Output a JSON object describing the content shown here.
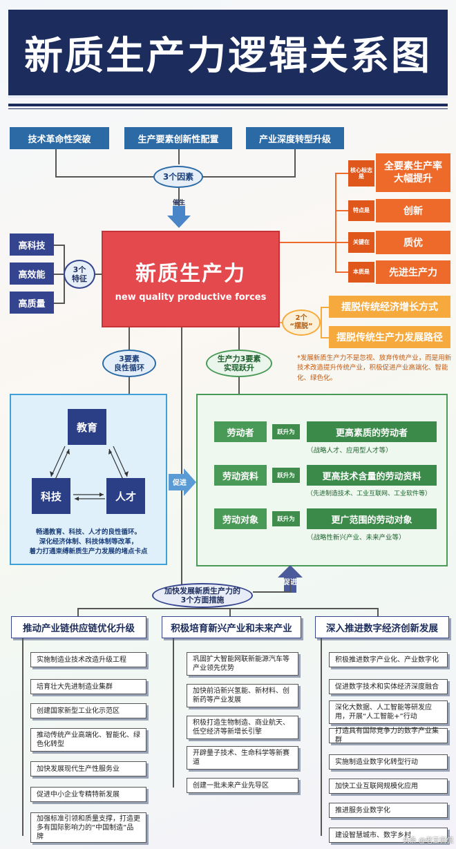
{
  "title": "新质生产力逻辑关系图",
  "top_factors": [
    "技术革命性突破",
    "生产要素创新性配置",
    "产业深度转型升级"
  ],
  "factors_badge": "3个因素",
  "catalyze": "催生",
  "core": {
    "cn": "新质生产力",
    "en": "new quality productive forces"
  },
  "features": {
    "badge_line1": "3个",
    "badge_line2": "特征",
    "items": [
      "高科技",
      "高效能",
      "高质量"
    ]
  },
  "right_attrs": [
    {
      "label": "核心标志是",
      "value": "全要素生产率大幅提升"
    },
    {
      "label": "特点是",
      "value": "创新"
    },
    {
      "label": "关键在",
      "value": "质优"
    },
    {
      "label": "本质是",
      "value": "先进生产力"
    }
  ],
  "breakaway": {
    "badge_line1": "2个",
    "badge_line2": "“摆脱”",
    "items": [
      "摆脱传统经济增长方式",
      "摆脱传统生产力发展路径"
    ],
    "note": "*发展新质生产力不是忽视、放弃传统产业，而是用新技术改造提升传统产业，积极促进产业高端化、智能化、绿色化。"
  },
  "left_panel": {
    "badge_line1": "3要素",
    "badge_line2": "良性循环",
    "nodes": [
      "教育",
      "科技",
      "人才"
    ],
    "desc": [
      "畅通教育、科技、人才的良性循环。",
      "深化经济体制、科技体制等改革，",
      "着力打通束缚新质生产力发展的堵点卡点"
    ]
  },
  "promote_side": "促进",
  "right_panel": {
    "badge_line1": "生产力3要素",
    "badge_line2": "实现跃升",
    "leap": "跃升为",
    "rows": [
      {
        "from": "劳动者",
        "to": "更高素质的劳动者",
        "sub": "（战略人才、应用型人才等）"
      },
      {
        "from": "劳动资料",
        "to": "更高技术含量的劳动资料",
        "sub": "（先进制造技术、工业互联网、工业软件等）"
      },
      {
        "from": "劳动对象",
        "to": "更广范围的劳动对象",
        "sub": "（战略性新兴产业、未来产业等）"
      }
    ]
  },
  "promote_up": "促进",
  "measures": {
    "line1": "加快发展新质生产力的",
    "line2": "3个方面措施"
  },
  "columns": [
    {
      "head": "推动产业链供应链优化升级",
      "items": [
        "实施制造业技术改造升级工程",
        "培育壮大先进制造业集群",
        "创建国家新型工业化示范区",
        "推动传统产业高端化、智能化、绿色化转型",
        "加快发展现代生产性服务业",
        "促进中小企业专精特新发展",
        "加强标准引领和质量支撑，打造更多有国际影响力的“中国制造”品牌"
      ]
    },
    {
      "head": "积极培育新兴产业和未来产业",
      "items": [
        "巩固扩大智能网联新能源汽车等产业领先优势",
        "加快前沿新兴氢能、新材料、创新药等产业发展",
        "积极打造生物制造、商业航天、低空经济等新增长引擎",
        "开辟量子技术、生命科学等新赛道",
        "创建一批未来产业先导区"
      ]
    },
    {
      "head": "深入推进数字经济创新发展",
      "items": [
        "积极推进数字产业化、产业数字化",
        "促进数字技术和实体经济深度融合",
        "深化大数据、人工智能等研发应用，开展“人工智能+”行动",
        "打造具有国际竞争力的数字产业集群",
        "实施制造业数字化转型行动",
        "加快工业互联网规模化应用",
        "推进服务业数字化",
        "建设智慧城市、数字乡村"
      ]
    }
  ],
  "watermark": "头条 @老王侃侃"
}
